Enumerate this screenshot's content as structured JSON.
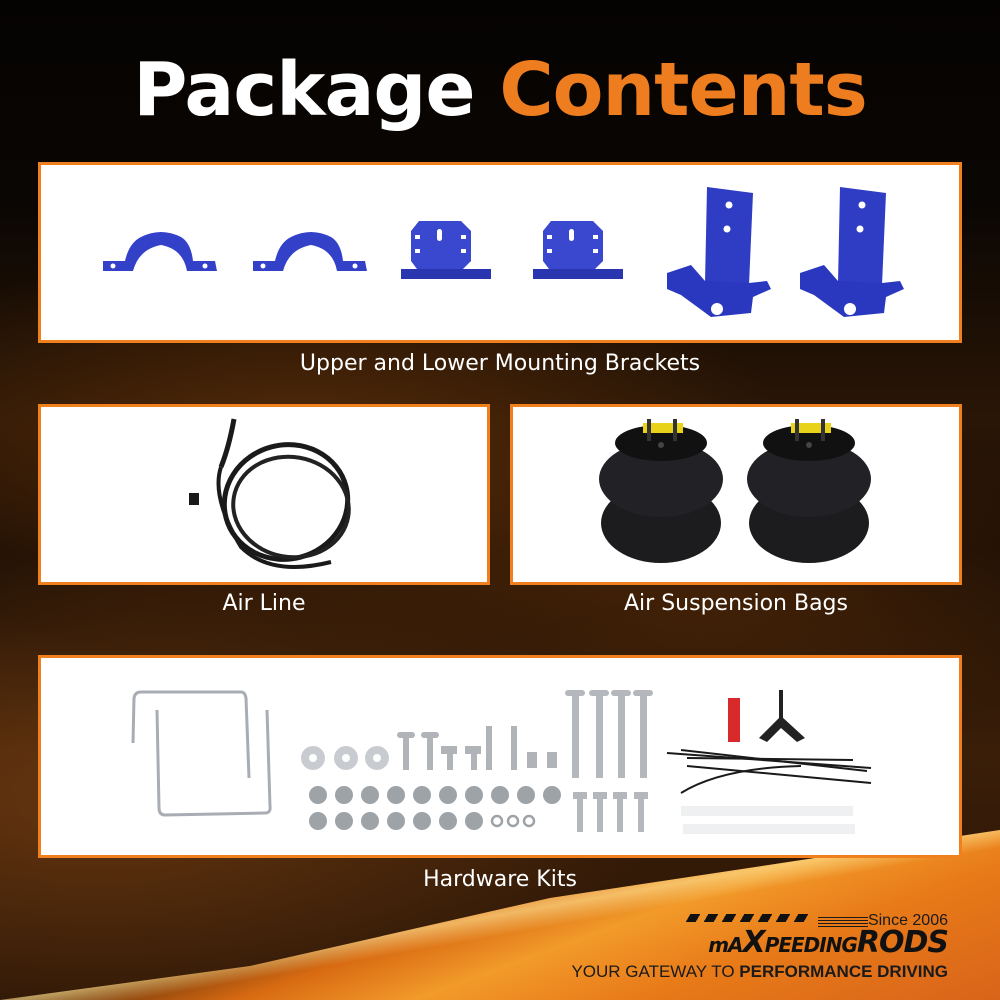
{
  "header": {
    "title_part1": "Package",
    "title_part2": "Contents"
  },
  "colors": {
    "accent_orange": "#ee7d1f",
    "border_orange": "#f07f1e",
    "bracket_blue": "#3341c9",
    "background_dark": "#0a0603",
    "panel_white": "#ffffff"
  },
  "sections": [
    {
      "id": "brackets",
      "caption": "Upper and Lower Mounting Brackets",
      "items": [
        "saddle-bracket",
        "saddle-bracket",
        "upper-plate-bracket",
        "upper-plate-bracket",
        "lower-l-bracket",
        "lower-l-bracket"
      ]
    },
    {
      "id": "air-line",
      "caption": "Air Line",
      "items": [
        "coiled-air-line"
      ]
    },
    {
      "id": "air-bags",
      "caption": "Air Suspension Bags",
      "items": [
        "air-bag",
        "air-bag"
      ]
    },
    {
      "id": "hardware",
      "caption": "Hardware Kits",
      "items": [
        "u-bolt",
        "u-bolt",
        "washers",
        "carriage-bolts",
        "flange-bolts",
        "fittings",
        "flange-nuts",
        "long-carriage-bolts",
        "hex-bolts",
        "tube-cutter",
        "heat-shield",
        "cable-ties",
        "sleeves"
      ]
    }
  ],
  "logo": {
    "since": "Since 2006",
    "brand_ma": "mA",
    "brand_x": "X",
    "brand_peeding": "PEEDING",
    "brand_rods": "RODS",
    "tagline_light": "YOUR GATEWAY TO ",
    "tagline_bold": "PERFORMANCE DRIVING"
  }
}
